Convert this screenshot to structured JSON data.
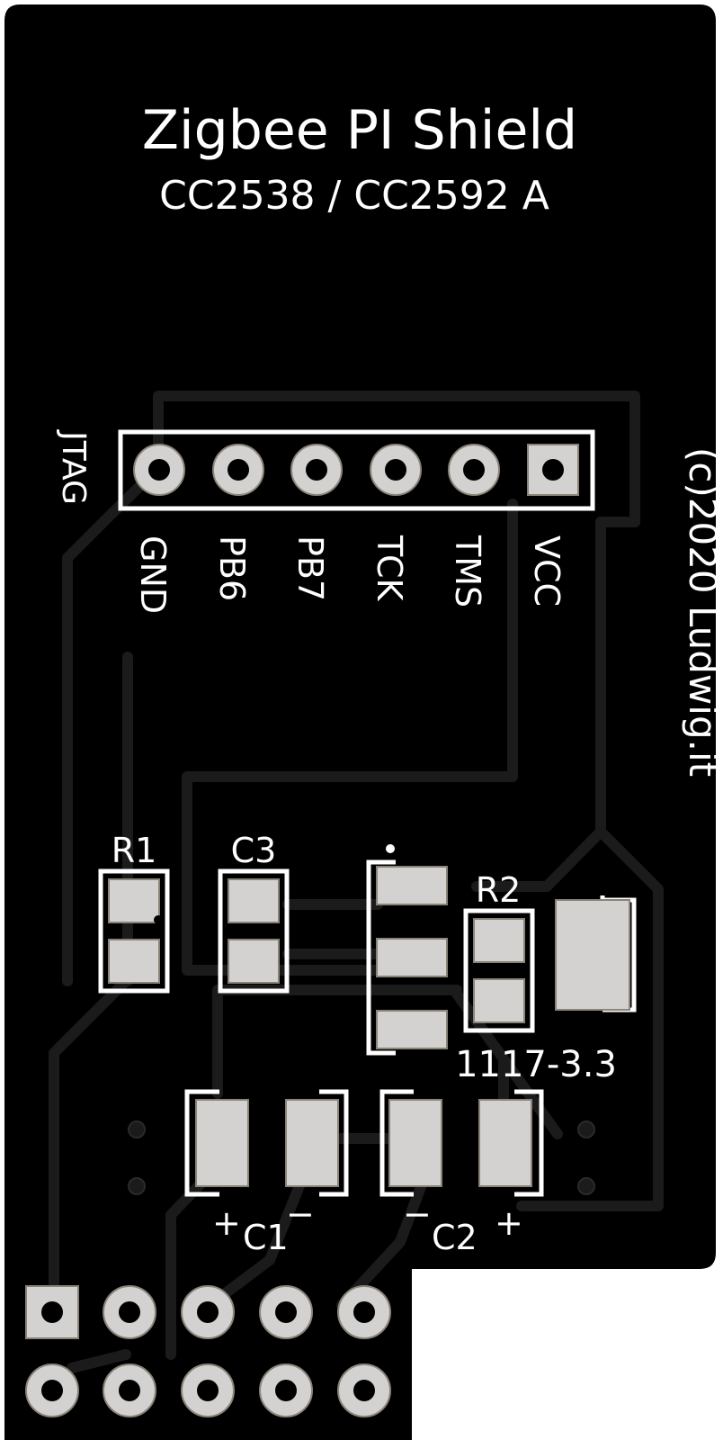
{
  "board": {
    "title": "Zigbee PI Shield",
    "subtitle": "CC2538 / CC2592 A",
    "copyright": "(c)2020 Ludwig.it",
    "colors": {
      "substrate": "#000000",
      "silkscreen": "#ffffff",
      "pad": "#d3d2d1",
      "pad_shadow": "#8a8378",
      "trace": "#1b1b1b",
      "background": "#ffffff"
    }
  },
  "jtag": {
    "label": "JTAG",
    "pins": [
      {
        "label": "GND"
      },
      {
        "label": "PB6"
      },
      {
        "label": "PB7"
      },
      {
        "label": "TCK"
      },
      {
        "label": "TMS"
      },
      {
        "label": "VCC"
      }
    ]
  },
  "components": {
    "r1": "R1",
    "c3": "C3",
    "r2": "R2",
    "regulator": "1117-3.3",
    "c1": "C1",
    "c2": "C2",
    "plus": "+",
    "minus": "−"
  }
}
